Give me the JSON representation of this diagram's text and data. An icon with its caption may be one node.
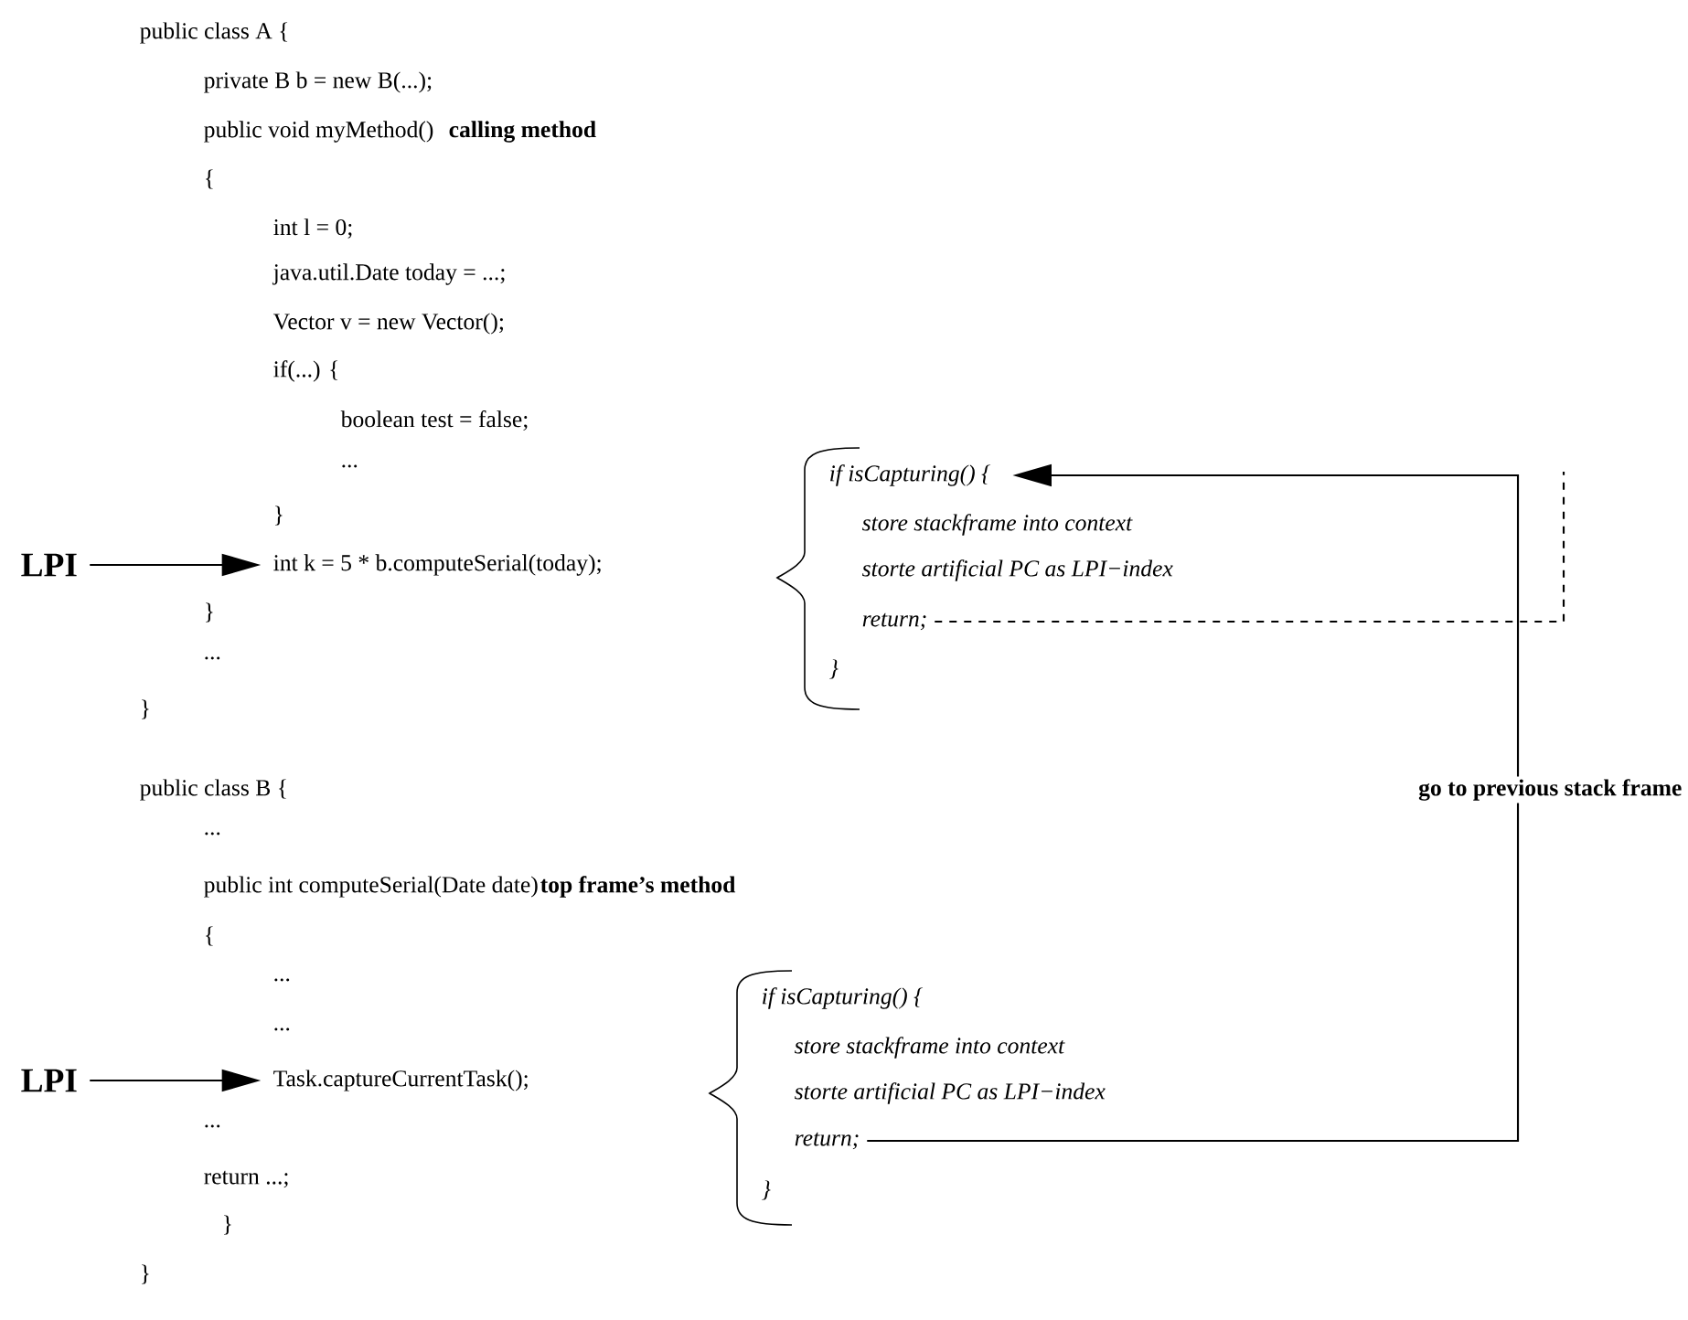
{
  "diagram": {
    "nodes": [
      {
        "text": [
          "LPI"
        ]
      },
      {
        "text": [
          "int k = 5 * b.computeSerial(today);"
        ]
      },
      {
        "text": [
          "if isCapturing() {"
        ]
      },
      {
        "text": [
          "store stackframe into context"
        ]
      },
      {
        "text": [
          "storte artificial PC as LPI−index"
        ]
      },
      {
        "text": [
          "return;"
        ]
      },
      {
        "text": [
          "}"
        ]
      },
      {
        "text": [
          "LPI"
        ]
      },
      {
        "text": [
          "Task.captureCurrentTask();"
        ]
      },
      {
        "text": [
          "if isCapturing() {"
        ]
      },
      {
        "text": [
          "store stackframe into context"
        ]
      },
      {
        "text": [
          "storte artificial PC as LPI−index"
        ]
      },
      {
        "text": [
          "return;"
        ]
      },
      {
        "text": [
          "}"
        ]
      }
    ],
    "edges": [
      {
        "from": 0,
        "to": 1,
        "arrow": "to"
      },
      {
        "from": 7,
        "to": 8,
        "arrow": "to"
      },
      {
        "from": 12,
        "to": 2,
        "arrow": "to",
        "label": "go to previous stack frame"
      },
      {
        "from": 5,
        "to": null,
        "arrow": "none",
        "style": "dashed"
      }
    ],
    "labels": [
      "public class A {",
      "private B b = new B(...);",
      "public void myMethod()",
      "calling method",
      "{",
      "int l = 0;",
      "java.util.Date today = ...;",
      "Vector v = new Vector();",
      "if(...) {",
      "boolean test = false;",
      "...",
      "}",
      "}",
      "...",
      "}",
      "public class B {",
      "...",
      "public int computeSerial(Date date)",
      "top frame’s method",
      "{",
      "...",
      "...",
      "...",
      "return ...;",
      "}",
      "}"
    ]
  }
}
